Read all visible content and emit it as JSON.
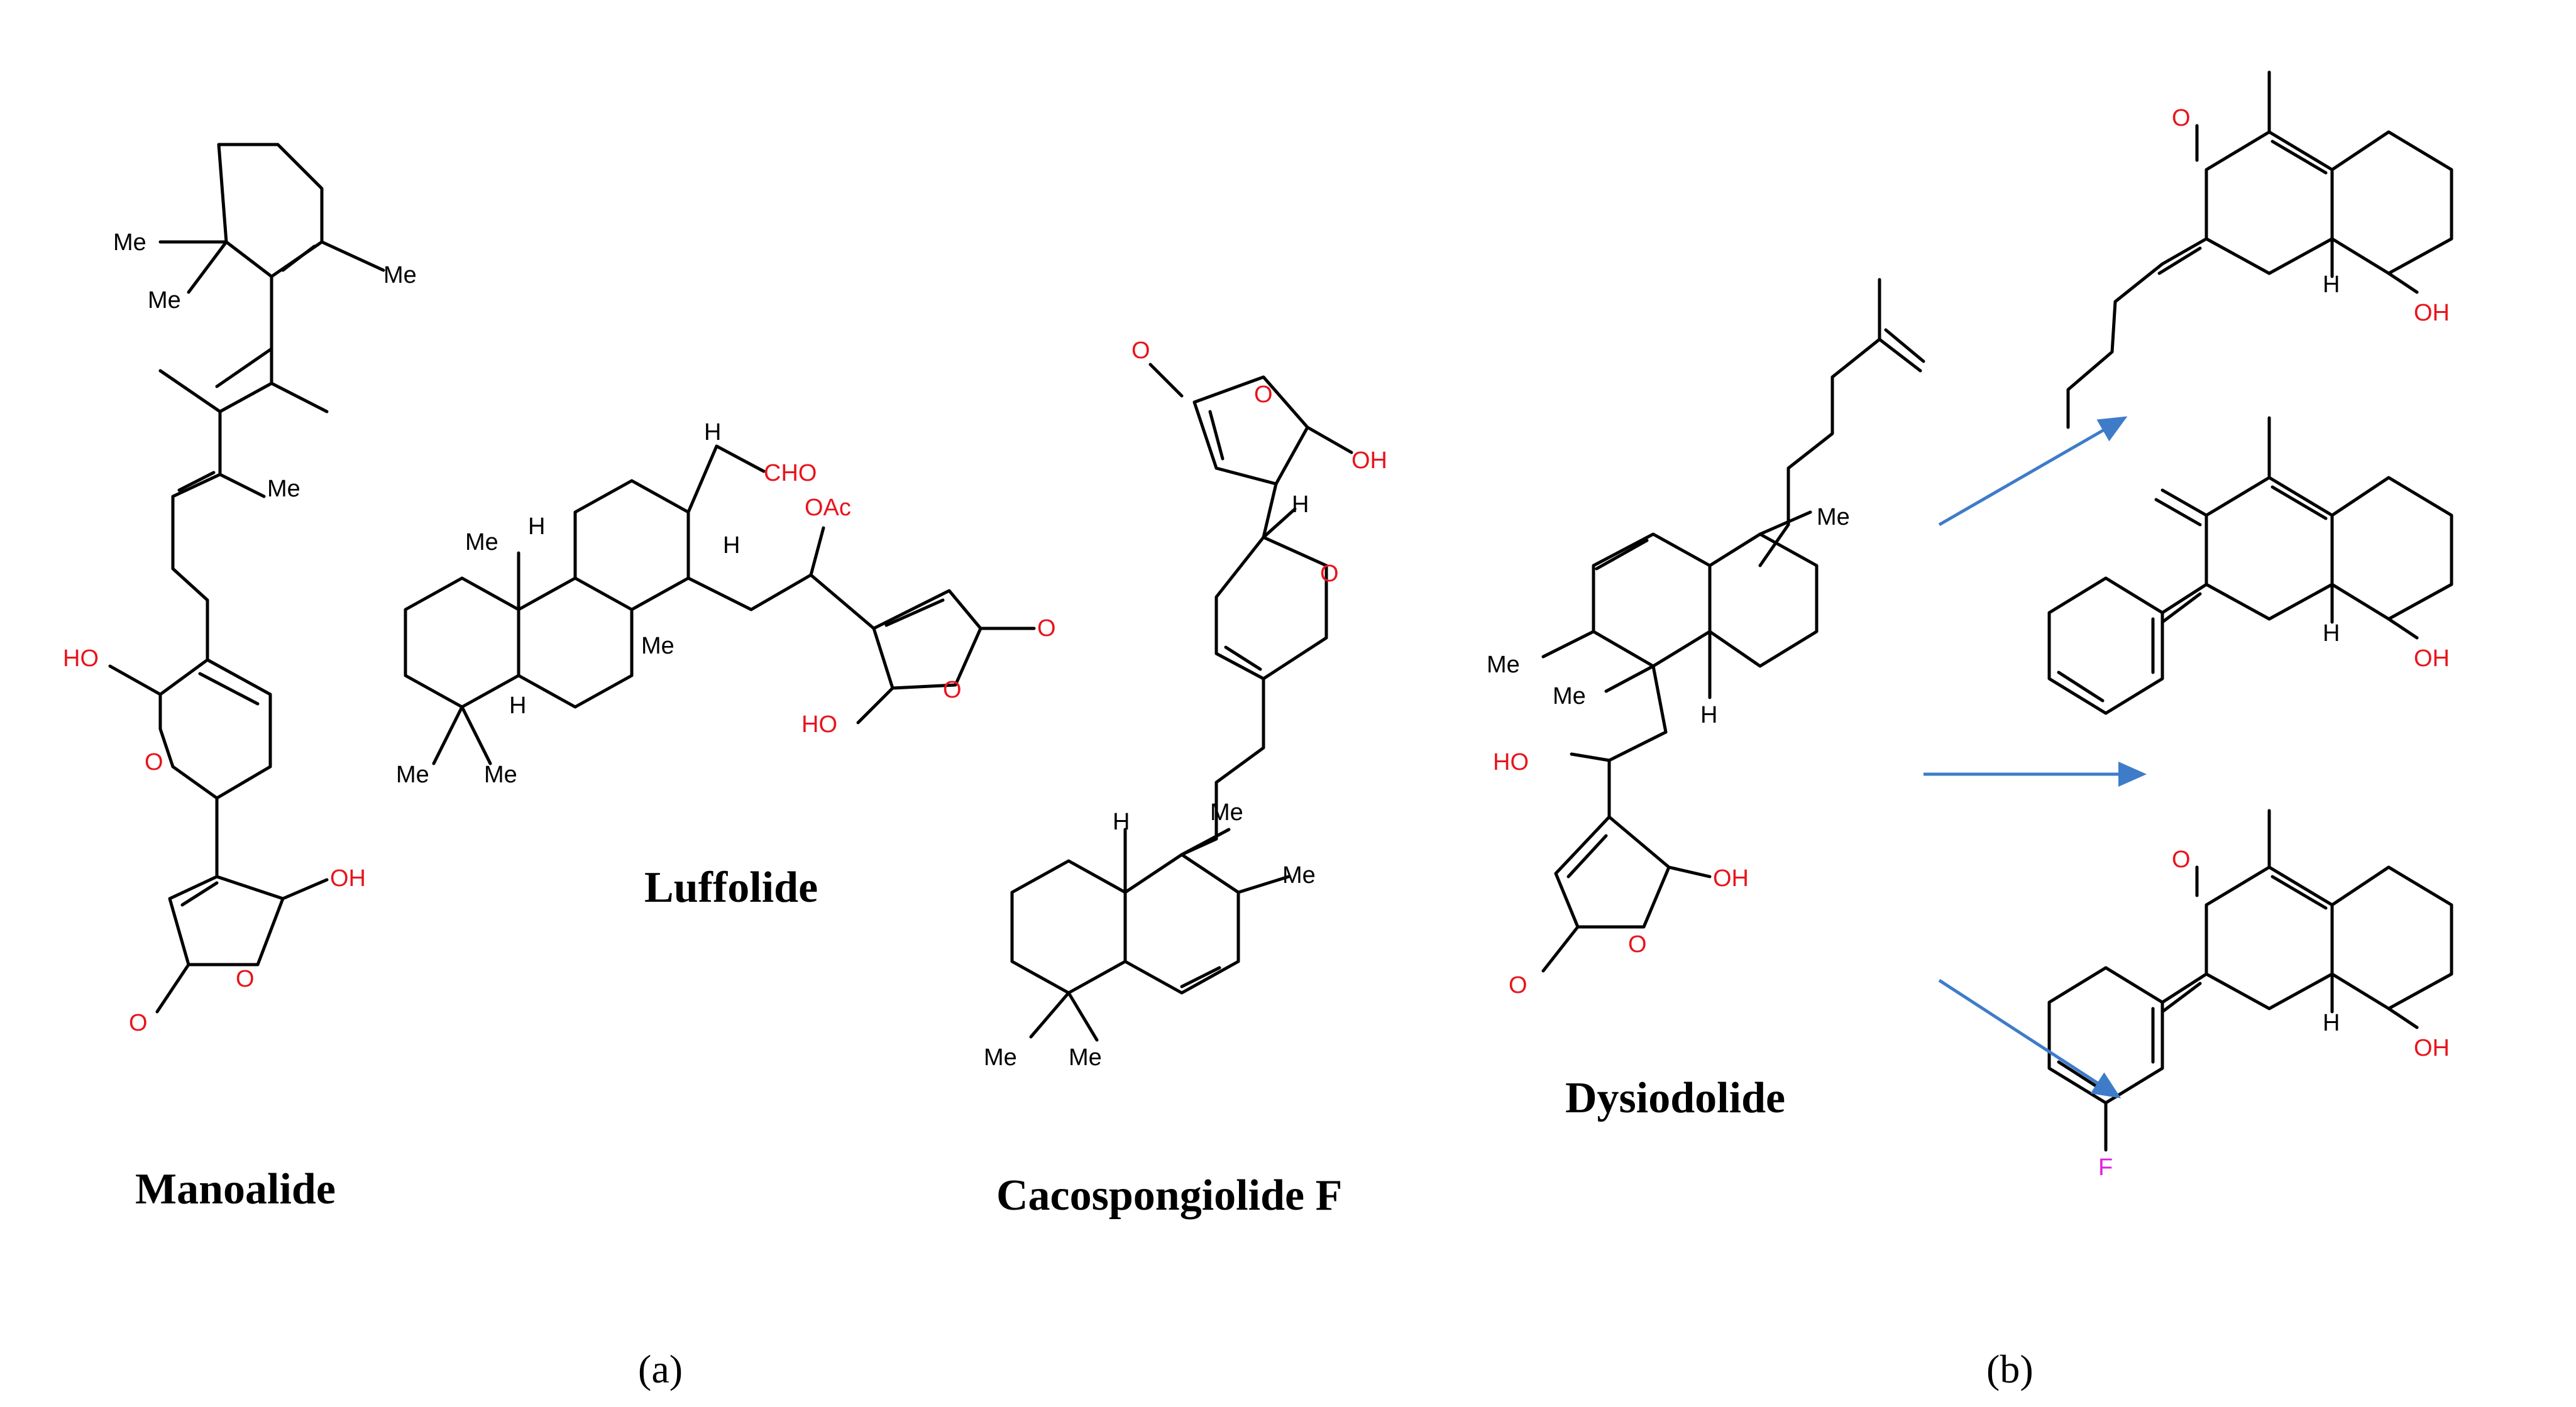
{
  "figure": {
    "panel_a_label": "(a)",
    "panel_b_label": "(b)",
    "compounds": [
      {
        "name": "Manoalide"
      },
      {
        "name": "Luffolide"
      },
      {
        "name": "Cacospongiolide F"
      },
      {
        "name": "Dysiodolide"
      }
    ],
    "analogs_count_shown": 3
  },
  "atom_labels": {
    "me": "Me",
    "h": "H",
    "o": "O",
    "oh": "OH",
    "ho": "HO",
    "cho": "CHO",
    "oac": "OAc",
    "f": "F"
  },
  "colors": {
    "heteroatom": "#e8141c",
    "fluorine": "#e020e0",
    "bond": "#000000",
    "arrow": "#3e7cc9"
  }
}
